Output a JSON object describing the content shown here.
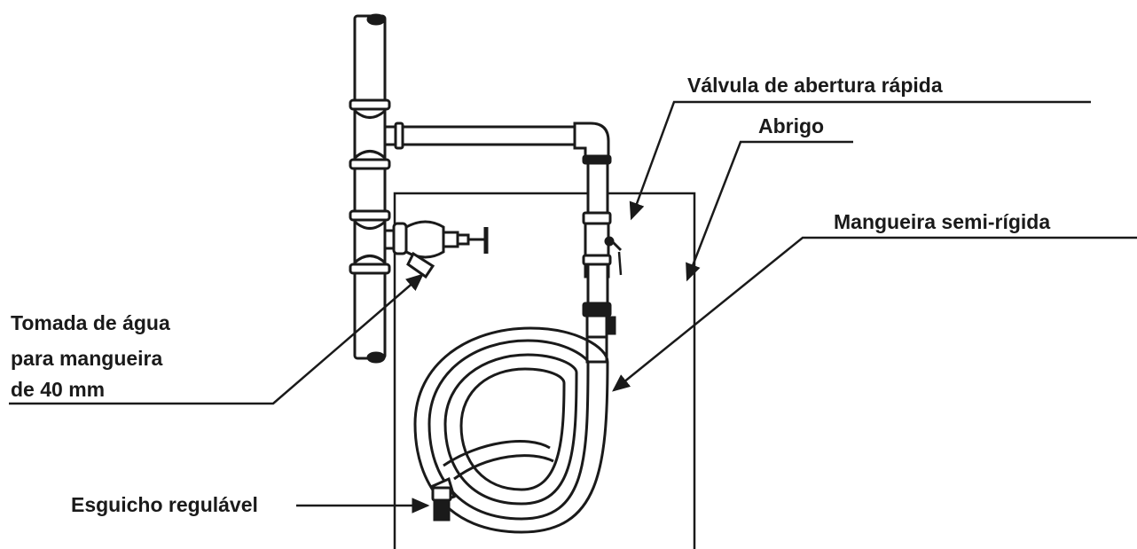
{
  "labels": {
    "valvula": "Válvula de abertura rápida",
    "abrigo": "Abrigo",
    "mangueira": "Mangueira semi-rígida",
    "tomada_1": "Tomada de água",
    "tomada_2": "para mangueira",
    "tomada_3": "de 40 mm",
    "esguicho": "Esguicho regulável"
  },
  "colors": {
    "line": "#1a1a1a",
    "background": "#ffffff"
  }
}
